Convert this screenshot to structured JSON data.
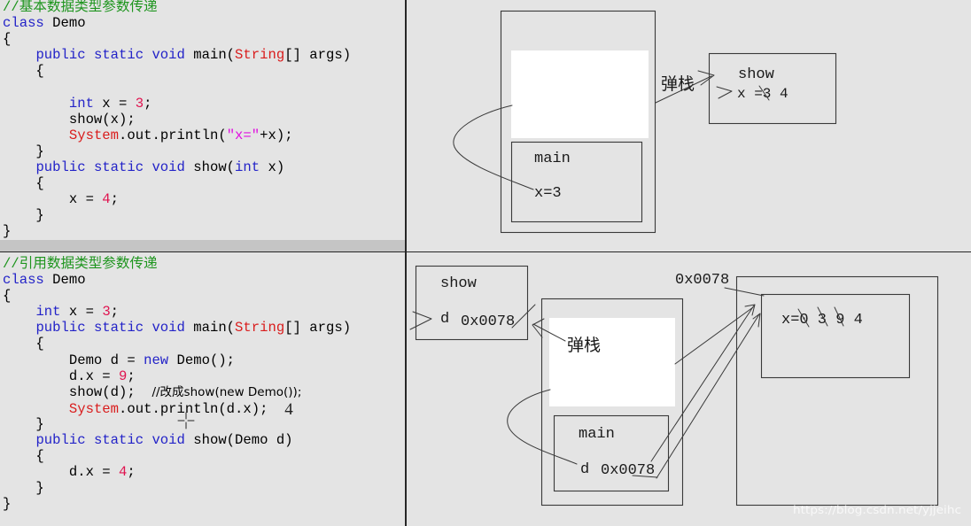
{
  "colors": {
    "background": "#e4e4e4",
    "comment": "#1e951e",
    "keyword": "#2323c8",
    "classname": "#d91c1c",
    "number": "#e0134f",
    "string": "#e010e0",
    "plain": "#000000",
    "band": "#c5c5c5",
    "divider": "#262626",
    "line": "#3a3a3a",
    "frame_fill": "#ffffff",
    "watermark": "#fbfbfb"
  },
  "icons": {
    "cursor": "crosshair-cursor-icon"
  },
  "code_primitive": {
    "lines": [
      [
        {
          "comment": "//基本数据类型参数传递"
        }
      ],
      [
        {
          "keyword": "class"
        },
        {
          "plain": " Demo"
        }
      ],
      [
        {
          "plain": "{"
        }
      ],
      [
        {
          "plain": "    "
        },
        {
          "keyword": "public static void"
        },
        {
          "plain": " main("
        },
        {
          "classname": "String"
        },
        {
          "plain": "[] args)"
        }
      ],
      [
        {
          "plain": "    {"
        }
      ],
      [],
      [
        {
          "plain": "        "
        },
        {
          "keyword": "int"
        },
        {
          "plain": " x = "
        },
        {
          "number": "3"
        },
        {
          "plain": ";"
        }
      ],
      [
        {
          "plain": "        show(x);"
        }
      ],
      [
        {
          "plain": "        "
        },
        {
          "classname": "System"
        },
        {
          "plain": ".out.println("
        },
        {
          "string": "\"x=\""
        },
        {
          "plain": "+x);"
        }
      ],
      [
        {
          "plain": "    }"
        }
      ],
      [
        {
          "plain": "    "
        },
        {
          "keyword": "public static void"
        },
        {
          "plain": " show("
        },
        {
          "keyword": "int"
        },
        {
          "plain": " x)"
        }
      ],
      [
        {
          "plain": "    {"
        }
      ],
      [
        {
          "plain": "        x = "
        },
        {
          "number": "4"
        },
        {
          "plain": ";"
        }
      ],
      [
        {
          "plain": "    }"
        }
      ],
      [
        {
          "plain": "}"
        }
      ]
    ]
  },
  "code_reference": {
    "lines": [
      [
        {
          "comment": "//引用数据类型参数传递"
        }
      ],
      [
        {
          "keyword": "class"
        },
        {
          "plain": " Demo"
        }
      ],
      [
        {
          "plain": "{"
        }
      ],
      [
        {
          "plain": "    "
        },
        {
          "keyword": "int"
        },
        {
          "plain": " x = "
        },
        {
          "number": "3"
        },
        {
          "plain": ";"
        }
      ],
      [
        {
          "plain": "    "
        },
        {
          "keyword": "public static void"
        },
        {
          "plain": " main("
        },
        {
          "classname": "String"
        },
        {
          "plain": "[] args)"
        }
      ],
      [
        {
          "plain": "    {"
        }
      ],
      [
        {
          "plain": "        Demo d = "
        },
        {
          "keyword": "new"
        },
        {
          "plain": " Demo();"
        }
      ],
      [
        {
          "plain": "        d.x = "
        },
        {
          "number": "9"
        },
        {
          "plain": ";"
        }
      ],
      [
        {
          "plain": "        show(d);  "
        },
        {
          "annotation": "//改成show(new Demo());"
        }
      ],
      [
        {
          "plain": "        "
        },
        {
          "classname": "System"
        },
        {
          "plain": ".out.println(d.x);  "
        },
        {
          "handwritten": "4"
        }
      ],
      [
        {
          "plain": "    }"
        }
      ],
      [
        {
          "plain": "    "
        },
        {
          "keyword": "public static void"
        },
        {
          "plain": " show(Demo d)"
        }
      ],
      [
        {
          "plain": "    {"
        }
      ],
      [
        {
          "plain": "        d.x = "
        },
        {
          "number": "4"
        },
        {
          "plain": ";"
        }
      ],
      [
        {
          "plain": "    }"
        }
      ],
      [
        {
          "plain": "}"
        }
      ]
    ]
  },
  "diagram_primitive": {
    "pop_label": "弹栈",
    "show_label": "show",
    "show_value": "x =3 4",
    "main_label": "main",
    "main_value": "x=3"
  },
  "diagram_reference": {
    "show_label": "show",
    "show_var": "d",
    "show_address": "0x0078",
    "pop_label": "弹栈",
    "main_label": "main",
    "main_var": "d",
    "main_address": "0x0078",
    "heap_address": "0x0078",
    "heap_field": "x=0 3 9 4"
  },
  "watermark": "https://blog.csdn.net/yjjeihc"
}
